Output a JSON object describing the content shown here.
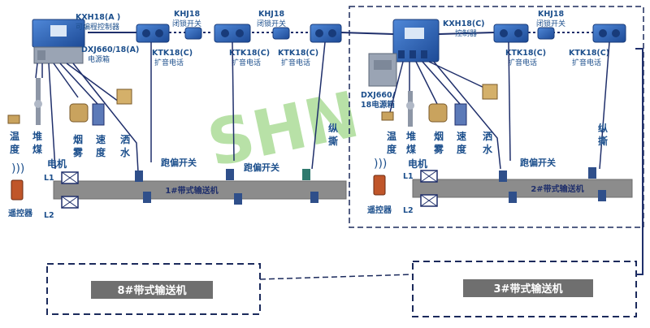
{
  "watermark": "SHN",
  "devices": {
    "controller_a": "KXH18(A )",
    "controller_a_sub": "可编程控制器",
    "power_box_a": "DXJ660/18(A)",
    "power_box_a_sub": "电源箱",
    "lock_switch": "KHJ18",
    "lock_switch_sub": "闭锁开关",
    "speaker_phone": "KTK18(C)",
    "speaker_phone_sub": "扩音电话",
    "controller_c": "KXH18(C)",
    "controller_c_sub": "控制器",
    "power_box_c": "DXJ660/",
    "power_box_c_sub": "18电源箱"
  },
  "sensors": {
    "temperature_1": "温",
    "temperature_2": "度",
    "pile_coal_1": "堆",
    "pile_coal_2": "煤",
    "smoke_1": "烟",
    "smoke_2": "雾",
    "speed_1": "速",
    "speed_2": "度",
    "sprinkle_1": "洒",
    "sprinkle_2": "水",
    "tear_1": "纵",
    "tear_2": "撕"
  },
  "labels": {
    "motor": "电机",
    "remote": "遥控器",
    "deviation_switch": "跑偏开关",
    "l1": "L1",
    "l2": "L2"
  },
  "conveyors": {
    "c1": "1#带式输送机",
    "c2": "2#带式输送机",
    "c8": "8#带式输送机",
    "c3": "3#带式输送机"
  },
  "colors": {
    "label_blue": "#1c4f8c",
    "device_blue": "#2458a8",
    "belt_gray": "#8c8c8c",
    "link_navy": "#1f2f6b",
    "dash_navy": "#1b2a5c",
    "watermark_green": "#7dc95e"
  }
}
